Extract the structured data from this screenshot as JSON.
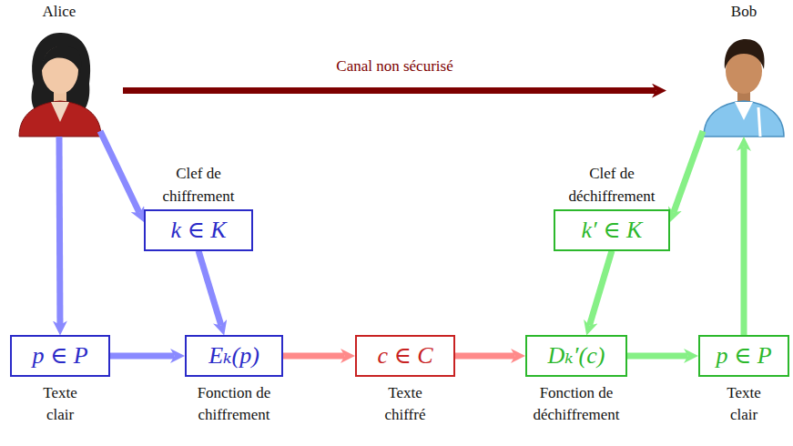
{
  "diagram": {
    "nodes": [
      {
        "text": [
          "Alice"
        ]
      },
      {
        "text": [
          "Bob"
        ]
      },
      {
        "text": [
          "Clef de chiffrement",
          "k ∈ K"
        ]
      },
      {
        "text": [
          "Clef de déchiffrement",
          "k′ ∈ K"
        ]
      },
      {
        "text": [
          "p ∈ P",
          "Texte clair"
        ]
      },
      {
        "text": [
          "Eₖ(p)",
          "Fonction de chiffrement"
        ]
      },
      {
        "text": [
          "c ∈ C",
          "Texte chiffré"
        ]
      },
      {
        "text": [
          "Dₖ′(c)",
          "Fonction de déchiffrement"
        ]
      },
      {
        "text": [
          "p ∈ P",
          "Texte clair"
        ]
      }
    ],
    "edges": [
      {
        "from": 0,
        "to": 4,
        "arrow": "to"
      },
      {
        "from": 0,
        "to": 2,
        "arrow": "to"
      },
      {
        "from": 2,
        "to": 5,
        "arrow": "to"
      },
      {
        "from": 4,
        "to": 5,
        "arrow": "to"
      },
      {
        "from": 5,
        "to": 6,
        "arrow": "to"
      },
      {
        "from": 6,
        "to": 7,
        "arrow": "to"
      },
      {
        "from": 3,
        "to": 7,
        "arrow": "to"
      },
      {
        "from": 7,
        "to": 8,
        "arrow": "to"
      },
      {
        "from": 8,
        "to": 1,
        "arrow": "to"
      },
      {
        "from": 1,
        "to": 3,
        "arrow": "to"
      },
      {
        "from": 0,
        "to": 1,
        "label": "Canal non sécurisé",
        "arrow": "to"
      }
    ]
  }
}
